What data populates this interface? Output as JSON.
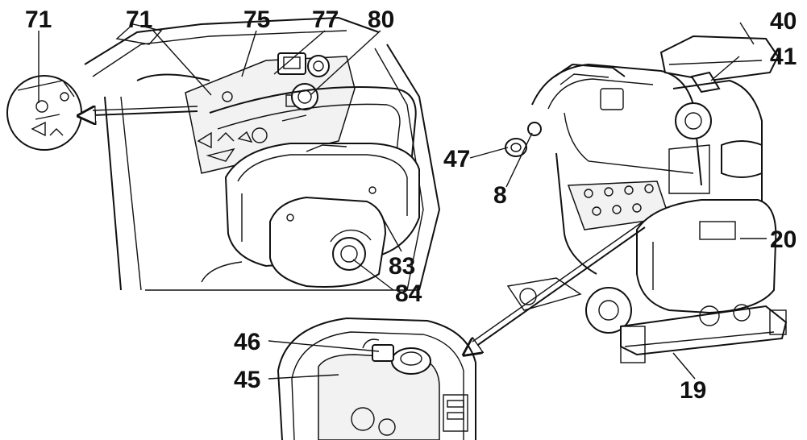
{
  "callouts": {
    "c71a": "71",
    "c71b": "71",
    "c75": "75",
    "c77": "77",
    "c80": "80",
    "c83": "83",
    "c84": "84",
    "c40": "40",
    "c41": "41",
    "c47": "47",
    "c8": "8",
    "c20": "20",
    "c19": "19",
    "c46": "46",
    "c45": "45"
  },
  "colors": {
    "line": "#111111",
    "background": "#ffffff"
  }
}
